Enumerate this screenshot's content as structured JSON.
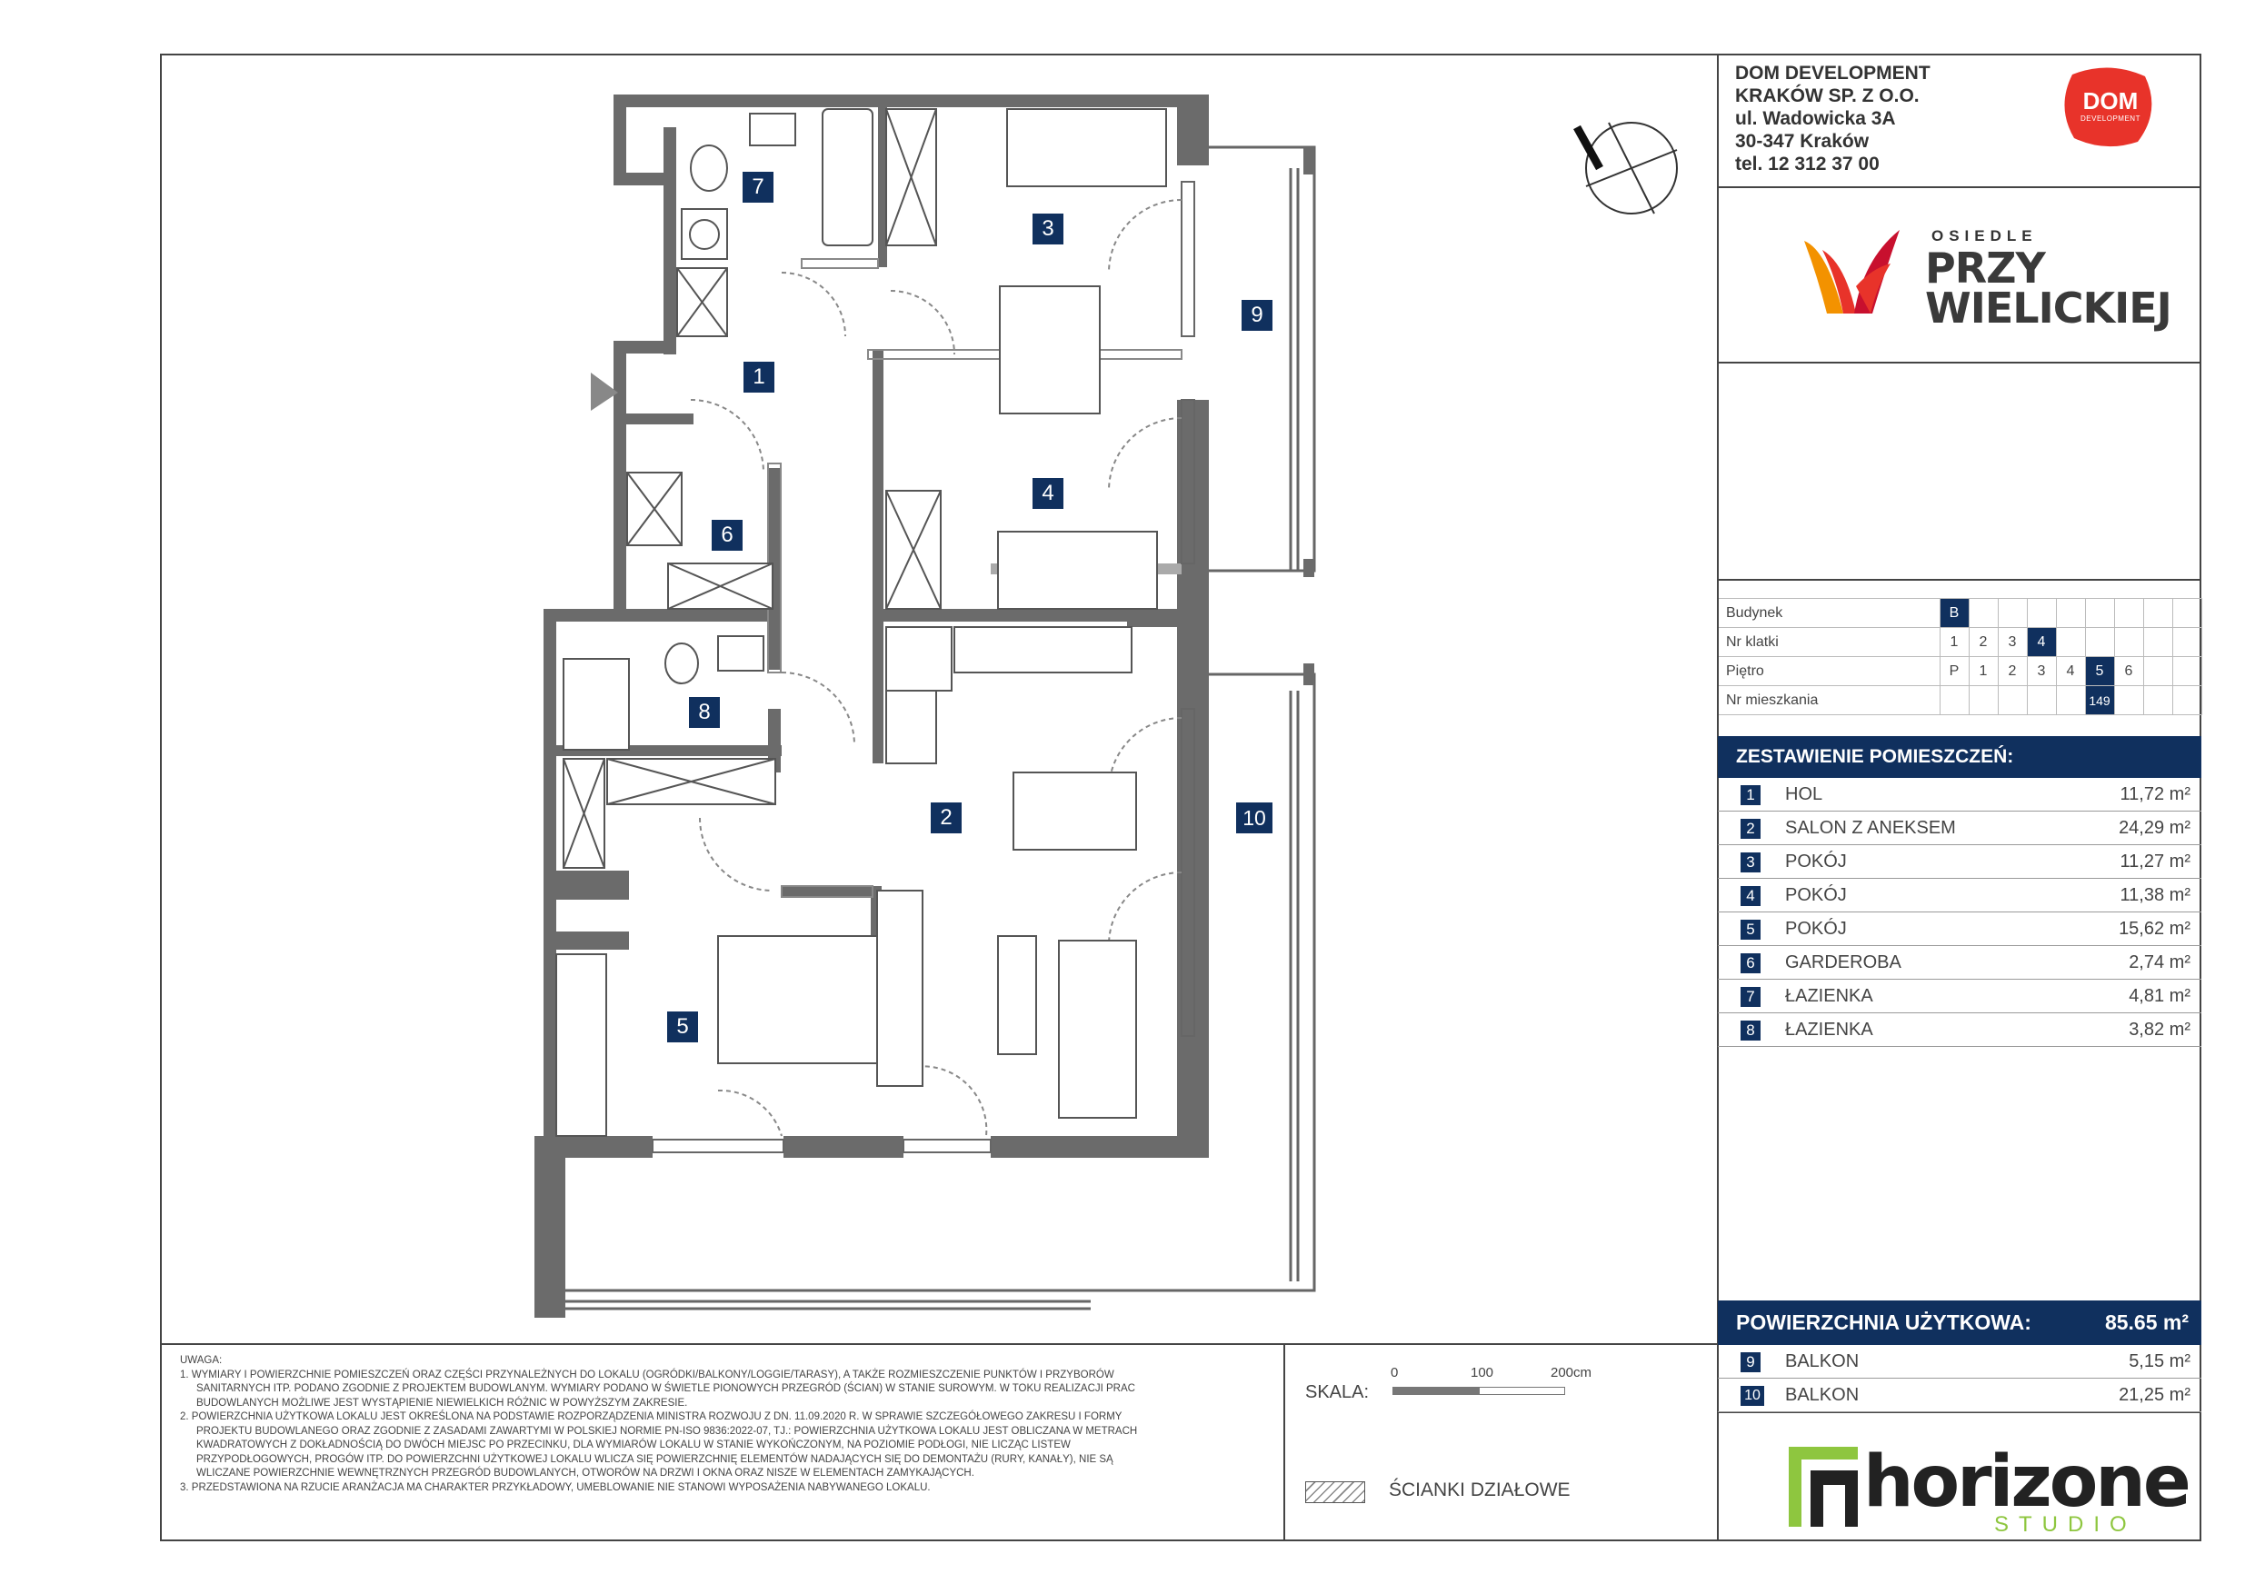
{
  "company": {
    "line1": "DOM DEVELOPMENT",
    "line2": "KRAKÓW SP. Z O.O.",
    "line3": "ul. Wadowicka 3A",
    "line4": "30-347 Kraków",
    "line5": "tel. 12 312 37 00"
  },
  "dom_logo": {
    "text1": "DOM",
    "text2": "DEVELOPMENT",
    "color": "#e8332a"
  },
  "osiedle_logo": {
    "small": "OSIEDLE",
    "big1": "PRZY",
    "big2": "WIELICKIEJ"
  },
  "info_table": {
    "budynek": {
      "label": "Budynek",
      "cells": [
        "B",
        "",
        "",
        "",
        "",
        "",
        "",
        "",
        ""
      ],
      "selected": 0
    },
    "klatka": {
      "label": "Nr klatki",
      "cells": [
        "1",
        "2",
        "3",
        "4",
        "",
        "",
        "",
        "",
        ""
      ],
      "selected": 3
    },
    "pietro": {
      "label": "Piętro",
      "cells": [
        "P",
        "1",
        "2",
        "3",
        "4",
        "5",
        "6",
        "",
        ""
      ],
      "selected": 5
    },
    "mieszkanie": {
      "label": "Nr mieszkania",
      "cells": [
        "",
        "",
        "",
        "",
        "",
        "149",
        "",
        "",
        ""
      ],
      "selected": 5
    }
  },
  "zestawienie": {
    "title": "ZESTAWIENIE POMIESZCZEŃ:",
    "rooms": [
      {
        "num": "1",
        "name": "HOL",
        "area": "11,72 m²"
      },
      {
        "num": "2",
        "name": "SALON Z ANEKSEM",
        "area": "24,29 m²"
      },
      {
        "num": "3",
        "name": "POKÓJ",
        "area": "11,27 m²"
      },
      {
        "num": "4",
        "name": "POKÓJ",
        "area": "11,38 m²"
      },
      {
        "num": "5",
        "name": "POKÓJ",
        "area": "15,62 m²"
      },
      {
        "num": "6",
        "name": "GARDEROBA",
        "area": "2,74 m²"
      },
      {
        "num": "7",
        "name": "ŁAZIENKA",
        "area": "4,81 m²"
      },
      {
        "num": "8",
        "name": "ŁAZIENKA",
        "area": "3,82 m²"
      }
    ]
  },
  "powierzchnia": {
    "title": "POWIERZCHNIA UŻYTKOWA:",
    "value": "85.65 m²",
    "extras": [
      {
        "num": "9",
        "name": "BALKON",
        "area": "5,15 m²"
      },
      {
        "num": "10",
        "name": "BALKON",
        "area": "21,25 m²"
      }
    ]
  },
  "plan_labels": [
    "1",
    "2",
    "3",
    "4",
    "5",
    "6",
    "7",
    "8",
    "9",
    "10"
  ],
  "notes": {
    "title": "UWAGA:",
    "n1a": "1.  WYMIARY I POWIERZCHNIE POMIESZCZEŃ ORAZ CZĘŚCI PRZYNALEŻNYCH DO LOKALU (OGRÓDKI/BALKONY/LOGGIE/TARASY), A TAKŻE ROZMIESZCZENIE PUNKTÓW I PRZYBORÓW",
    "n1b": "SANITARNYCH ITP. PODANO ZGODNIE Z PROJEKTEM BUDOWLANYM. WYMIARY PODANO W ŚWIETLE PIONOWYCH PRZEGRÓD (ŚCIAN) W STANIE SUROWYM. W TOKU REALIZACJI PRAC",
    "n1c": "BUDOWLANYCH MOŻLIWE JEST WYSTĄPIENIE NIEWIELKICH RÓŻNIC W POWYŻSZYM ZAKRESIE.",
    "n2a": "2.  POWIERZCHNIA UŻYTKOWA LOKALU JEST OKREŚLONA NA PODSTAWIE ROZPORZĄDZENIA MINISTRA ROZWOJU Z DN. 11.09.2020 R. W SPRAWIE SZCZEGÓŁOWEGO ZAKRESU I FORMY",
    "n2b": "PROJEKTU BUDOWLANEGO ORAZ ZGODNIE Z ZASADAMI ZAWARTYMI W POLSKIEJ NORMIE PN-ISO 9836:2022-07, TJ.: POWIERZCHNIA UŻYTKOWA LOKALU JEST OBLICZANA W METRACH",
    "n2c": "KWADRATOWYCH Z DOKŁADNOŚCIĄ DO DWÓCH MIEJSC PO PRZECINKU, DLA WYMIARÓW LOKALU W STANIE WYKOŃCZONYM, NA POZIOMIE PODŁOGI, NIE LICZĄC LISTEW",
    "n2d": "PRZYPODŁOGOWYCH, PROGÓW ITP. DO POWIERZCHNI UŻYTKOWEJ LOKALU WLICZA SIĘ POWIERZCHNIĘ ELEMENTÓW NADAJĄCYCH SIĘ DO DEMONTAŻU (RURY, KANAŁY), NIE SĄ",
    "n2e": "WLICZANE POWIERZCHNIE WEWNĘTRZNYCH PRZEGRÓD BUDOWLANYCH, OTWORÓW NA DRZWI I OKNA ORAZ NISZE W ELEMENTACH ZAMYKAJĄCYCH.",
    "n3": "3.  PRZEDSTAWIONA NA RZUCIE ARANŻACJA MA CHARAKTER PRZYKŁADOWY, UMEBLOWANIE NIE STANOWI WYPOSAŻENIA NABYWANEGO LOKALU."
  },
  "scale": {
    "label": "SKALA:",
    "t0": "0",
    "t1": "100",
    "t2": "200cm"
  },
  "legend": {
    "text": "ŚCIANKI DZIAŁOWE"
  },
  "horizone": {
    "word": "horizone",
    "studio": "STUDIO",
    "green": "#8ec63f"
  }
}
